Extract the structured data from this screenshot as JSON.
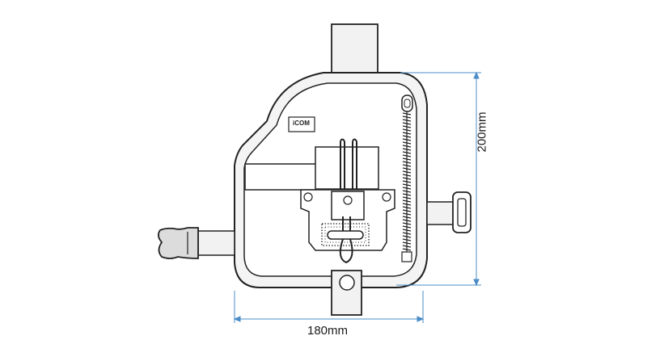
{
  "dimensions": {
    "width_label": "180mm",
    "height_label": "200mm",
    "dimension_line_color": "#4a8cc7"
  },
  "case": {
    "brand_label": "iCOM",
    "outline_color": "#222222",
    "fill_color": "#ffffff",
    "frame_fill": "#f4f4f4"
  },
  "icons": [
    "buckle-icon",
    "d-ring-icon",
    "zipper-icon",
    "belt-clip-icon"
  ]
}
